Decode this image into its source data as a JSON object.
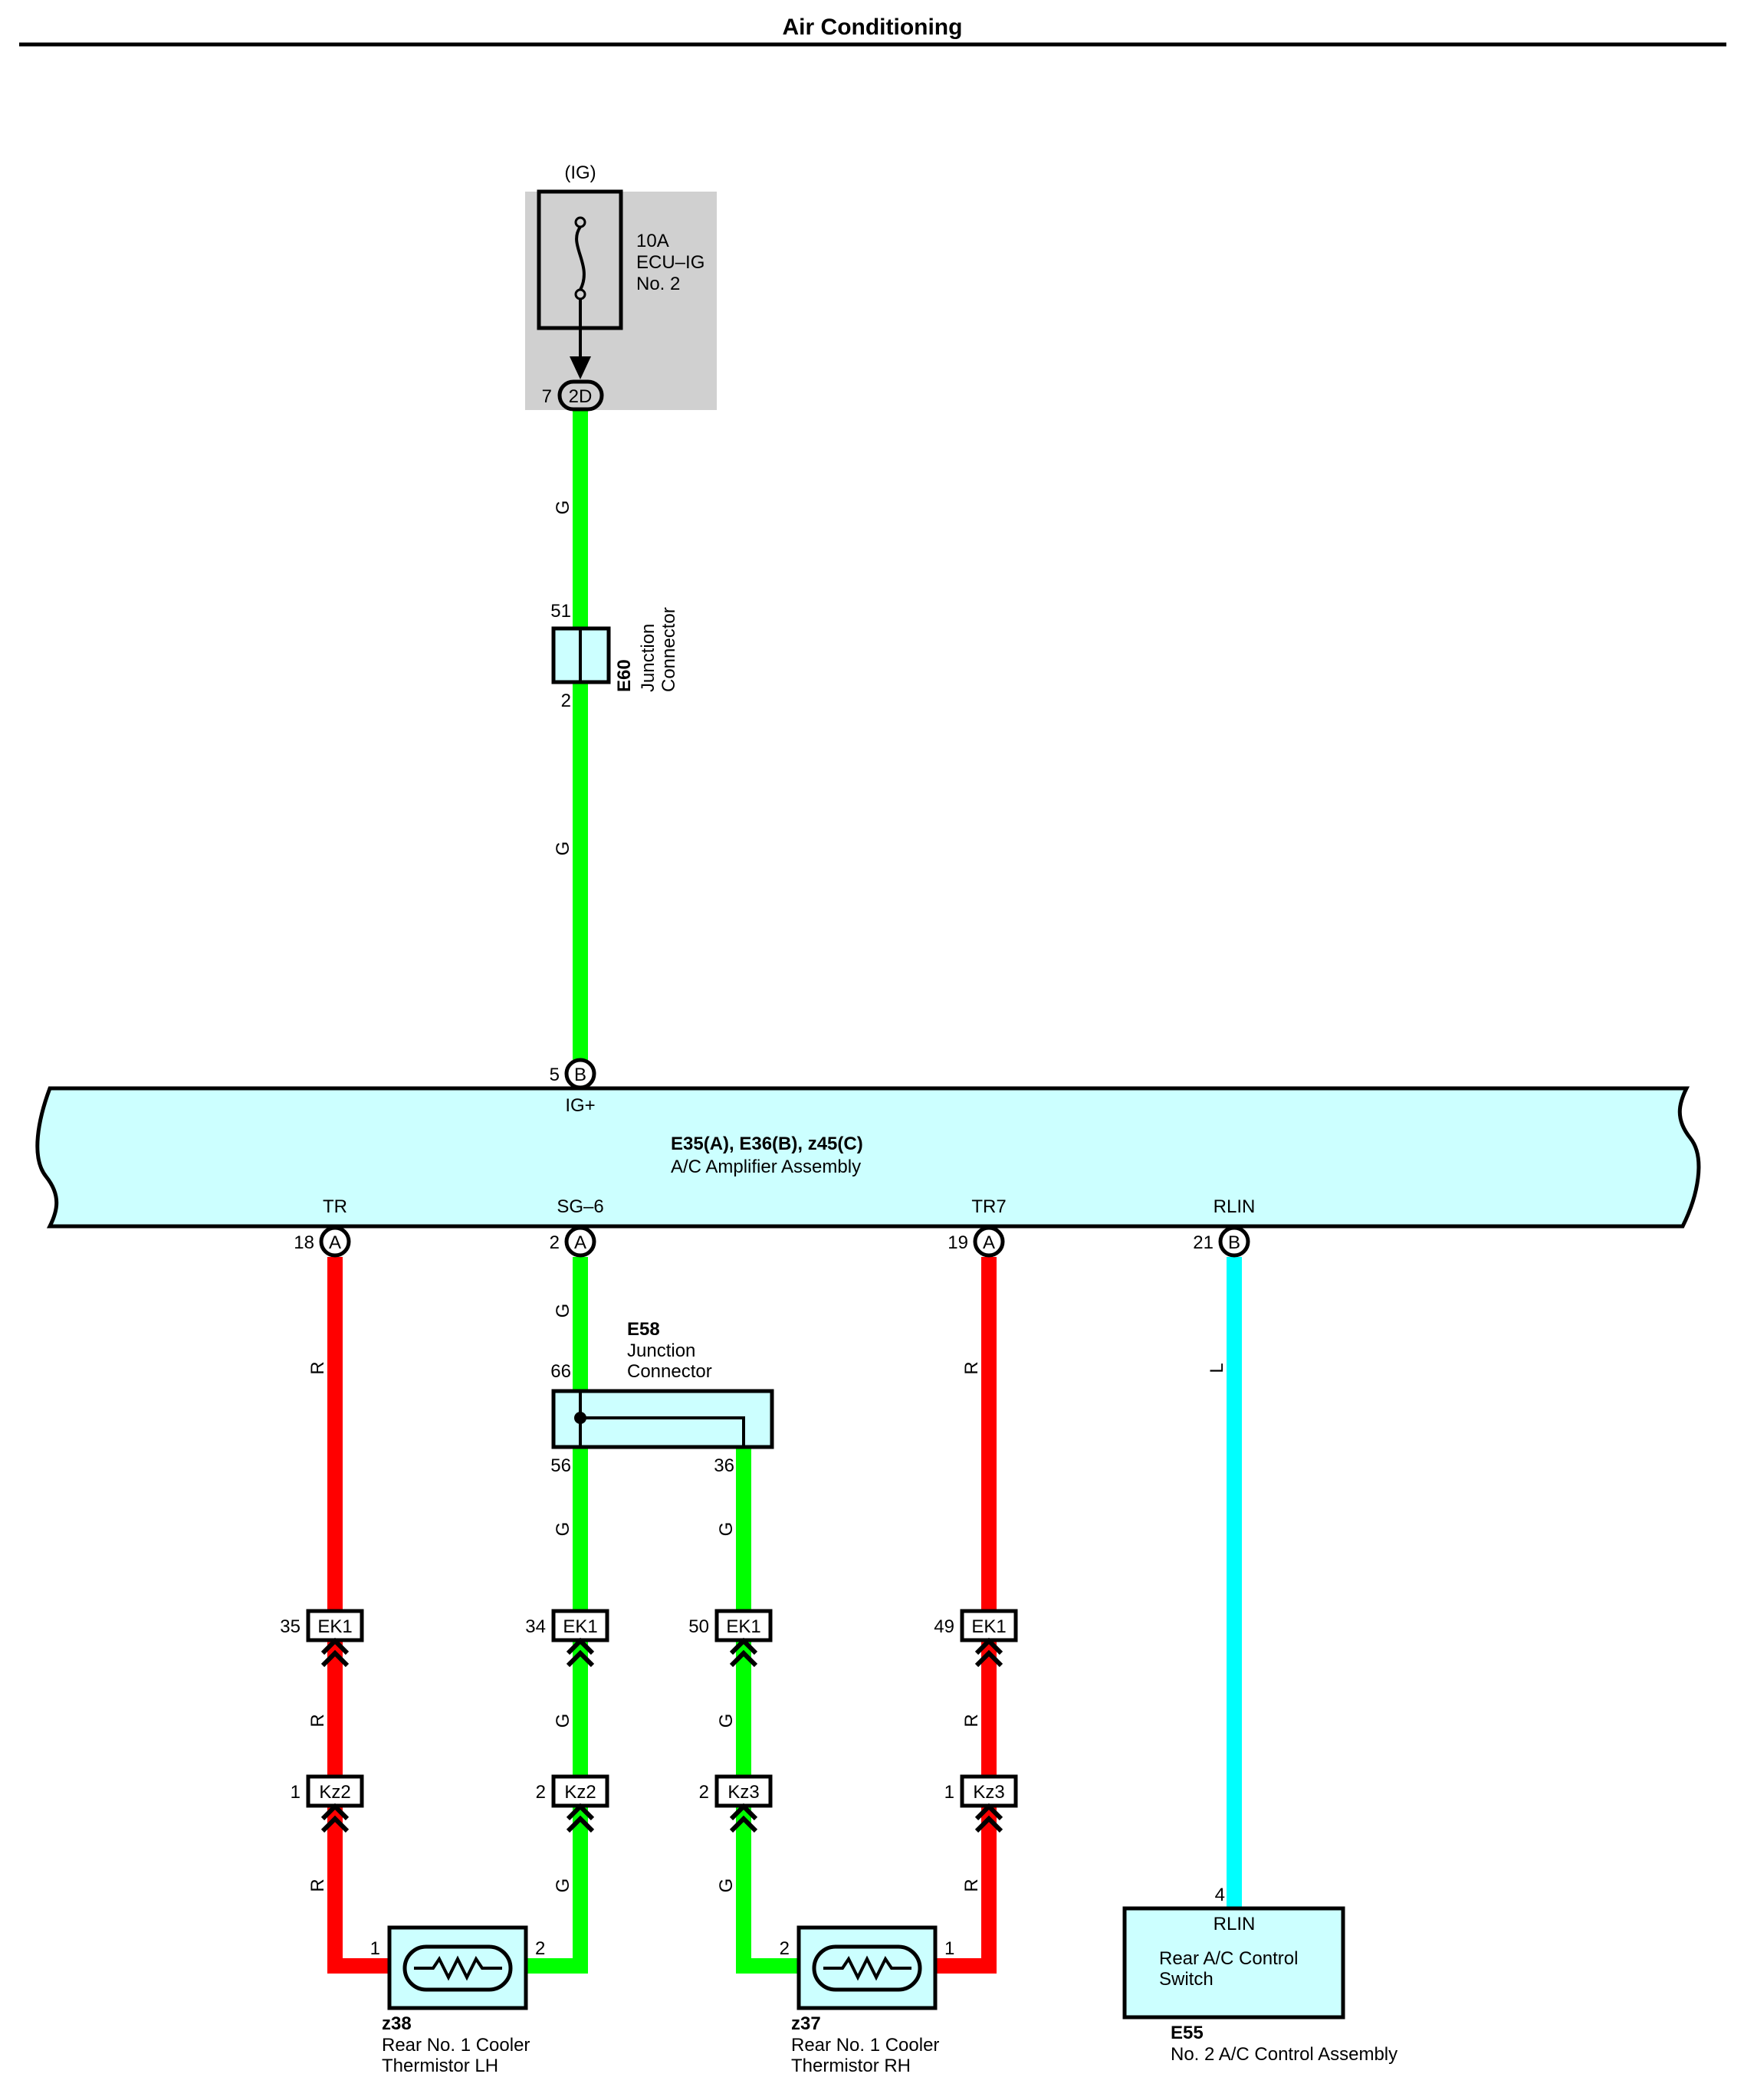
{
  "title": "Air Conditioning",
  "colors": {
    "green": "#00ff00",
    "red": "#ff0000",
    "blue": "#00ffff",
    "component_fill": "#ccffff",
    "fuse_box": "#d0d0d0"
  },
  "fuse": {
    "source": "(IG)",
    "rating": "10A",
    "name_1": "ECU–IG",
    "name_2": "No. 2",
    "pin": "7",
    "connector": "2D"
  },
  "wire_labels": {
    "g": "G",
    "r": "R",
    "l": "L"
  },
  "e60": {
    "code": "E60",
    "name_1": "Junction",
    "name_2": "Connector",
    "pin_top": "51",
    "pin_bottom": "2"
  },
  "amplifier": {
    "codes": "E35(A), E36(B), z45(C)",
    "name": "A/C Amplifier Assembly",
    "ig_pin": "5",
    "ig_conn": "B",
    "ig_label": "IG+",
    "tr_pin": "18",
    "tr_conn": "A",
    "tr_label": "TR",
    "sg_pin": "2",
    "sg_conn": "A",
    "sg_label": "SG–6",
    "tr7_pin": "19",
    "tr7_conn": "A",
    "tr7_label": "TR7",
    "rlin_pin": "21",
    "rlin_conn": "B",
    "rlin_label": "RLIN"
  },
  "e58": {
    "code": "E58",
    "name_1": "Junction",
    "name_2": "Connector",
    "pin_in": "66",
    "pin_out_1": "56",
    "pin_out_2": "36"
  },
  "ek1": {
    "label": "EK1",
    "pin_1": "35",
    "pin_2": "34",
    "pin_3": "50",
    "pin_4": "49"
  },
  "kz": {
    "kz2": "Kz2",
    "kz3": "Kz3",
    "kz2_pin_r": "1",
    "kz2_pin_g": "2",
    "kz3_pin_g": "2",
    "kz3_pin_r": "1"
  },
  "z38": {
    "code": "z38",
    "name_1": "Rear No. 1 Cooler",
    "name_2": "Thermistor LH",
    "pin_left": "1",
    "pin_right": "2"
  },
  "z37": {
    "code": "z37",
    "name_1": "Rear No. 1 Cooler",
    "name_2": "Thermistor RH",
    "pin_left": "2",
    "pin_right": "1"
  },
  "e55": {
    "code": "E55",
    "name": "No. 2 A/C Control Assembly",
    "pin": "4",
    "terminal": "RLIN",
    "inner_1": "Rear A/C Control",
    "inner_2": "Switch"
  }
}
